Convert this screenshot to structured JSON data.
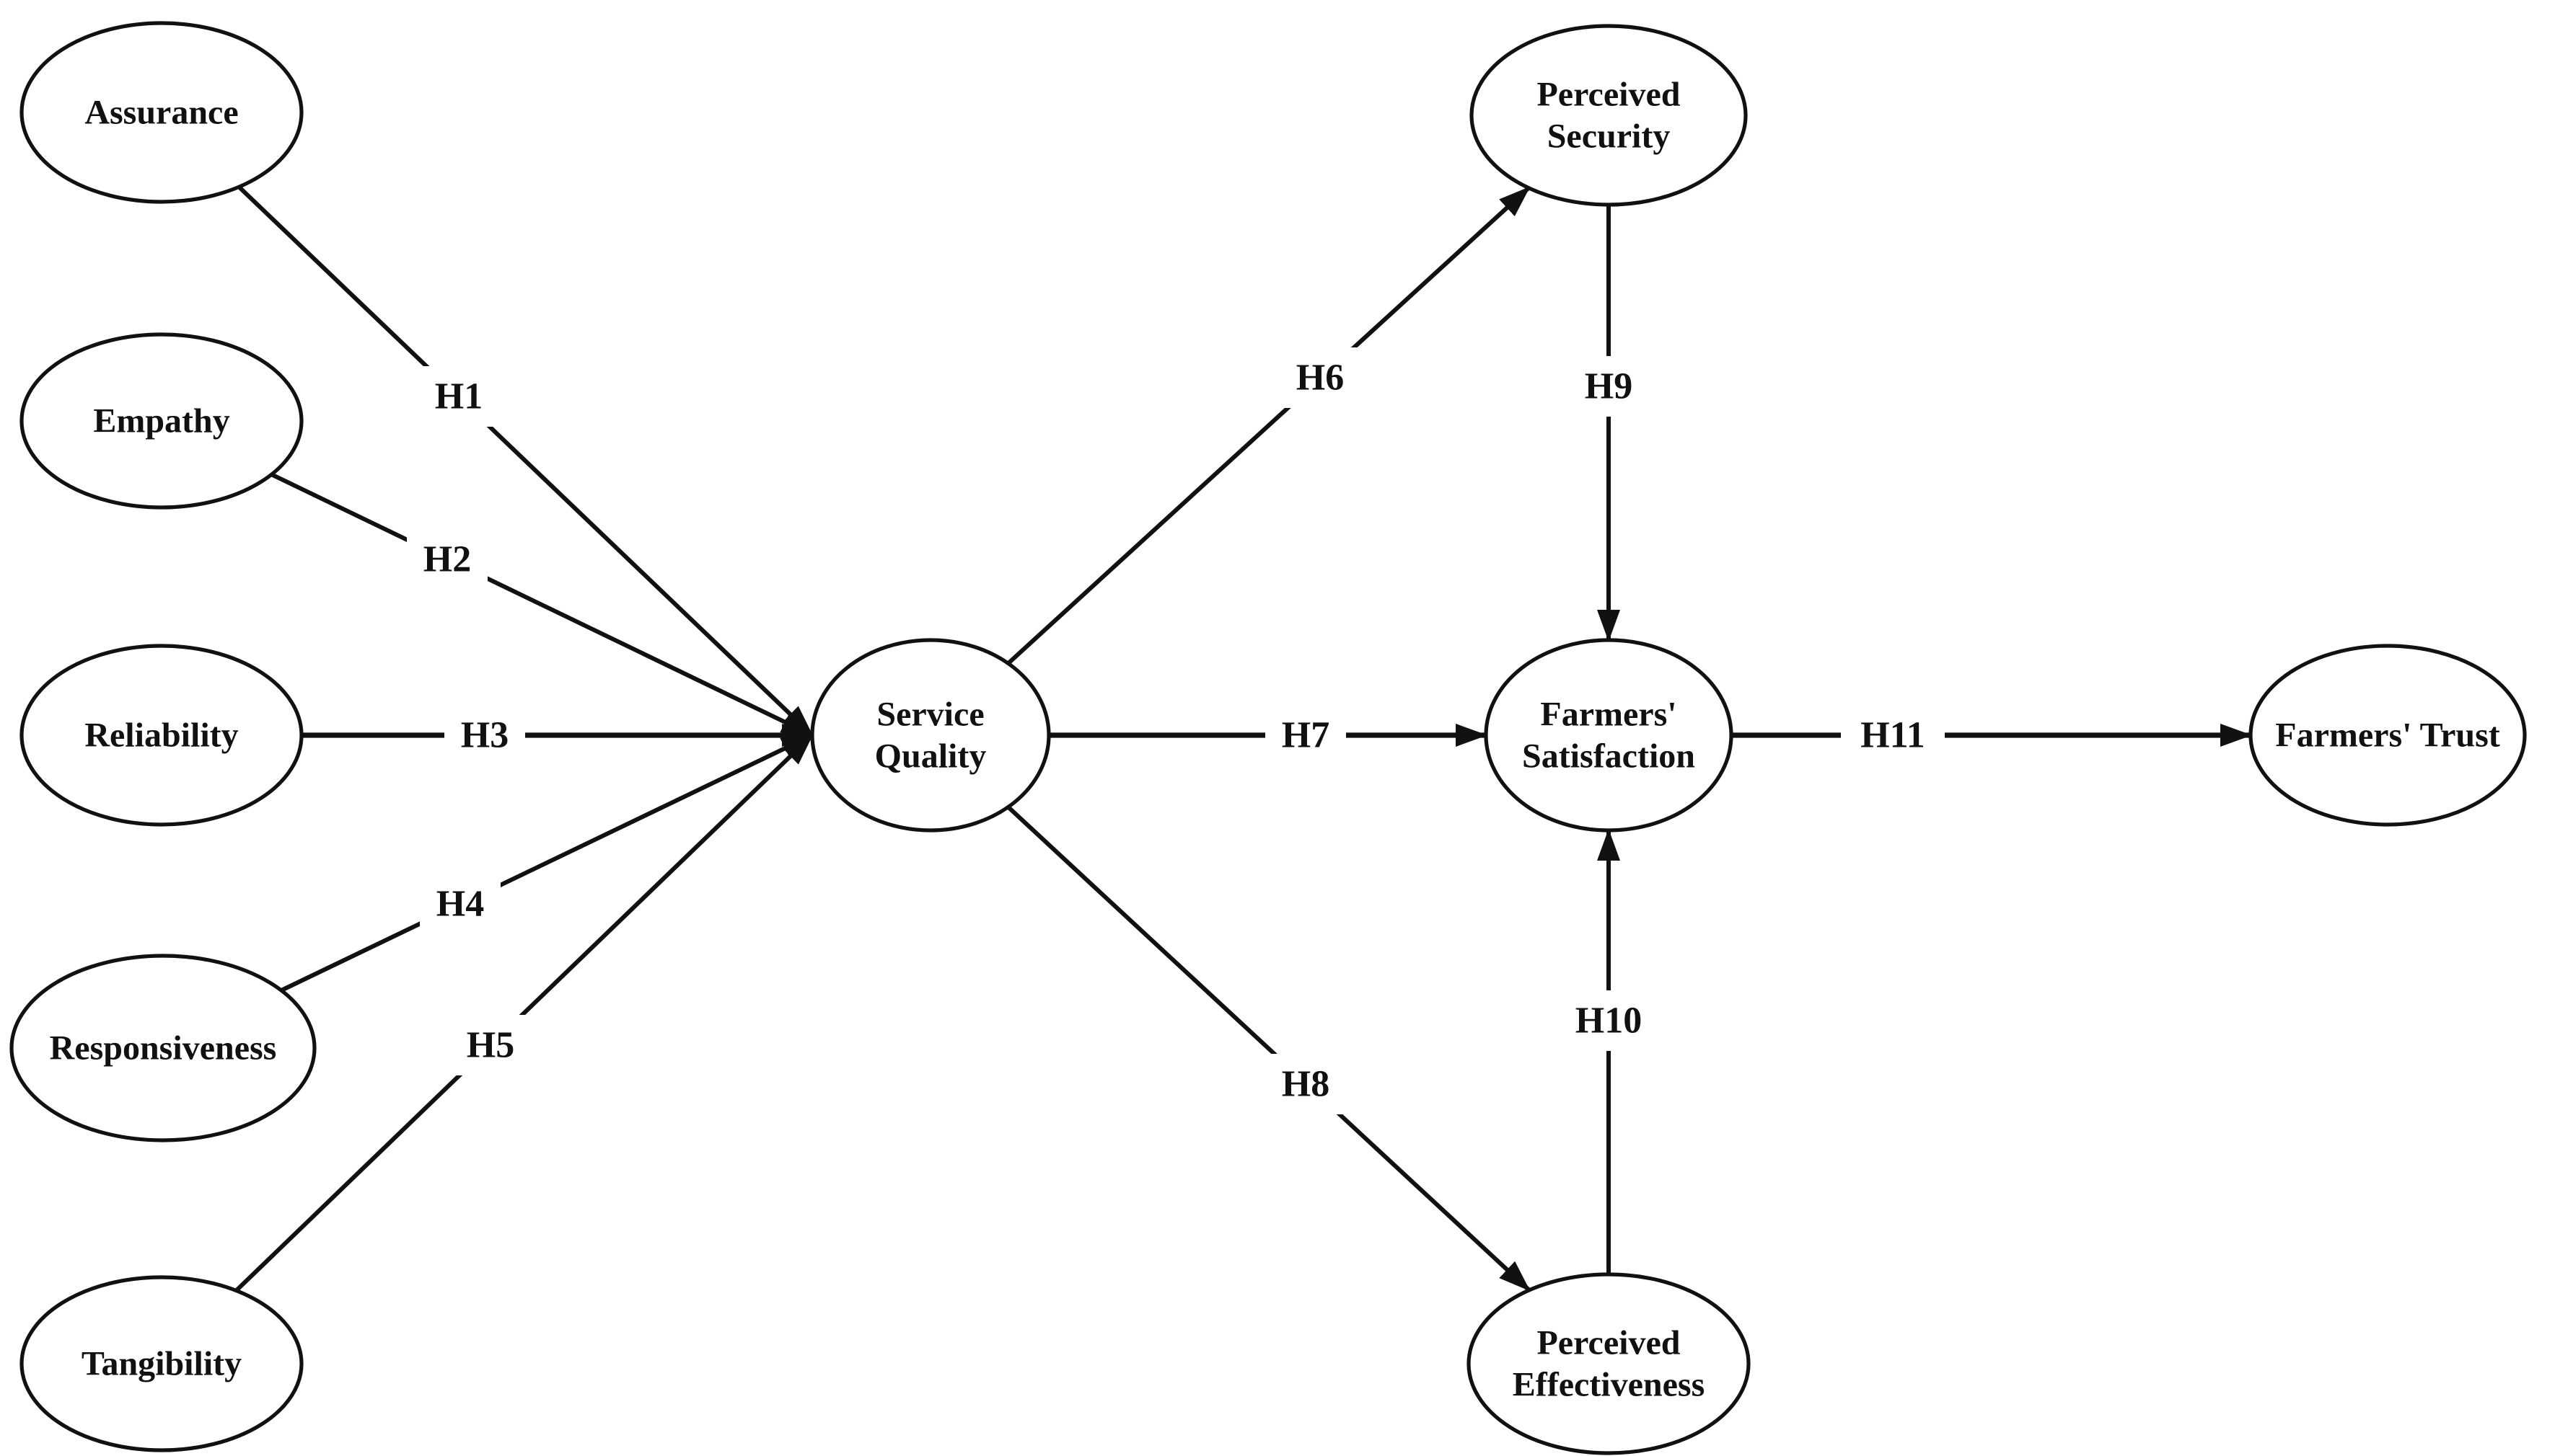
{
  "diagram": {
    "type": "structural-model",
    "background_color": "#ffffff",
    "stroke_color": "#111111",
    "text_color": "#111111",
    "nodes": [
      {
        "id": "assurance",
        "label": "Assurance",
        "lines": [
          "Assurance"
        ]
      },
      {
        "id": "empathy",
        "label": "Empathy",
        "lines": [
          "Empathy"
        ]
      },
      {
        "id": "reliability",
        "label": "Reliability",
        "lines": [
          "Reliability"
        ]
      },
      {
        "id": "responsiveness",
        "label": "Responsiveness",
        "lines": [
          "Responsiveness"
        ]
      },
      {
        "id": "tangibility",
        "label": "Tangibility",
        "lines": [
          "Tangibility"
        ]
      },
      {
        "id": "service-quality",
        "label": "Service Quality",
        "lines": [
          "Service",
          "Quality"
        ]
      },
      {
        "id": "perceived-security",
        "label": "Perceived Security",
        "lines": [
          "Perceived",
          "Security"
        ]
      },
      {
        "id": "farmers-satisfaction",
        "label": "Farmers' Satisfaction",
        "lines": [
          "Farmers'",
          "Satisfaction"
        ]
      },
      {
        "id": "perceived-effectiveness",
        "label": "Perceived Effectiveness",
        "lines": [
          "Perceived",
          "Effectiveness"
        ]
      },
      {
        "id": "farmers-trust",
        "label": "Farmers' Trust",
        "lines": [
          "Farmers' Trust"
        ]
      }
    ],
    "edges": [
      {
        "id": "h1",
        "label": "H1",
        "from": "assurance",
        "to": "service-quality"
      },
      {
        "id": "h2",
        "label": "H2",
        "from": "empathy",
        "to": "service-quality"
      },
      {
        "id": "h3",
        "label": "H3",
        "from": "reliability",
        "to": "service-quality"
      },
      {
        "id": "h4",
        "label": "H4",
        "from": "responsiveness",
        "to": "service-quality"
      },
      {
        "id": "h5",
        "label": "H5",
        "from": "tangibility",
        "to": "service-quality"
      },
      {
        "id": "h6",
        "label": "H6",
        "from": "service-quality",
        "to": "perceived-security"
      },
      {
        "id": "h7",
        "label": "H7",
        "from": "service-quality",
        "to": "farmers-satisfaction"
      },
      {
        "id": "h8",
        "label": "H8",
        "from": "service-quality",
        "to": "perceived-effectiveness"
      },
      {
        "id": "h9",
        "label": "H9",
        "from": "perceived-security",
        "to": "farmers-satisfaction"
      },
      {
        "id": "h10",
        "label": "H10",
        "from": "perceived-effectiveness",
        "to": "farmers-satisfaction"
      },
      {
        "id": "h11",
        "label": "H11",
        "from": "farmers-satisfaction",
        "to": "farmers-trust"
      }
    ]
  }
}
